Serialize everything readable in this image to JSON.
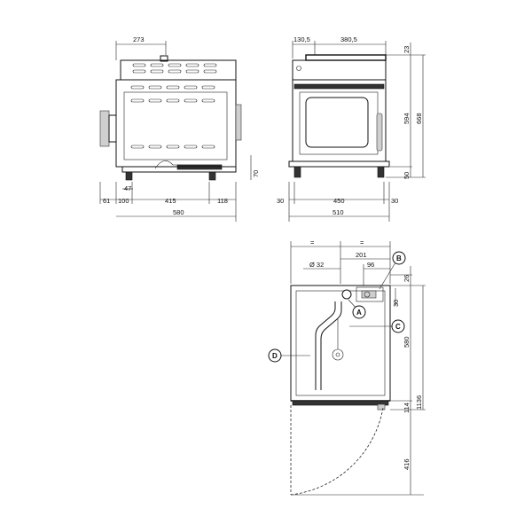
{
  "side_view": {
    "top_width": "273",
    "bottom_segments": [
      "61",
      "100",
      "415",
      "118"
    ],
    "leg_height": "70",
    "foot_offset": "47",
    "total_depth": "580"
  },
  "front_view": {
    "top_left": "130,5",
    "top_right": "380,5",
    "top_cap": "23",
    "body_height": "594",
    "total_height": "668",
    "foot_height": "50",
    "bottom_left": "30",
    "bottom_middle": "450",
    "bottom_right": "30",
    "total_width": "510"
  },
  "top_view": {
    "equal_left": "=",
    "equal_right": "=",
    "diameter_label": "Ø 32",
    "dim_201": "201",
    "dim_96": "96",
    "dim_26": "26",
    "dim_30": "30",
    "dim_580": "580",
    "dim_1136": "1136",
    "dim_114": "114",
    "dim_416": "416",
    "callouts": [
      "A",
      "B",
      "C",
      "D"
    ]
  }
}
